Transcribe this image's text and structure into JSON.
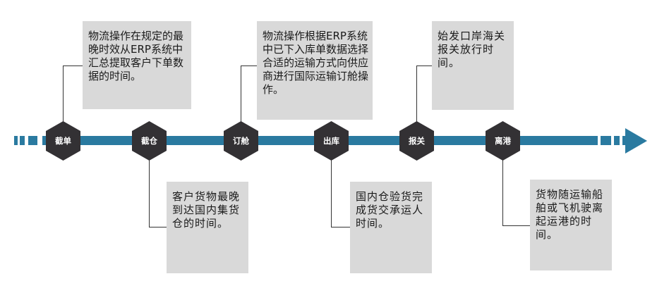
{
  "timeline": {
    "accent_color": "#2a7aa0",
    "node_color": "#333134",
    "steps": [
      {
        "label": "截单",
        "description": "物流操作在规定的最晚时效从ERP系统中汇总提取客户下单数据的时间。"
      },
      {
        "label": "截仓",
        "description": "客户货物最晚到达国内集货仓的时间。"
      },
      {
        "label": "订舱",
        "description": "物流操作根据ERP系统中已下入库单数据选择合适的运输方式向供应商进行国际运输订舱操作。"
      },
      {
        "label": "出库",
        "description": "国内仓验货完成货交承运人时间。"
      },
      {
        "label": "报关",
        "description": "始发口岸海关报关放行时间。"
      },
      {
        "label": "离港",
        "description": "货物随运输船舶或飞机驶离起运港的时间。"
      }
    ]
  }
}
